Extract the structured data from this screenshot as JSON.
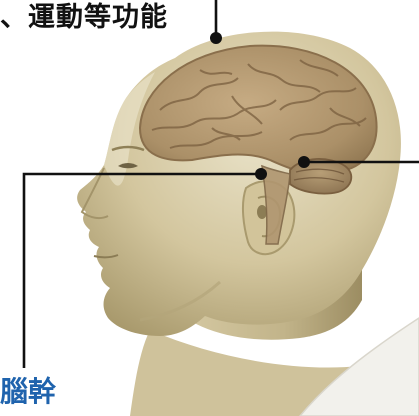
{
  "labels": {
    "top": "、運動等功能",
    "bottom": "腦幹"
  },
  "colors": {
    "leader_line": "#111111",
    "bottom_label": "#1f63ad",
    "top_label": "#111111",
    "skin_light": "#e4dcc0",
    "skin_mid": "#c9bc92",
    "skin_dark": "#8f8057",
    "brain_fill": "#b49a73",
    "brain_fold": "#7a5f3f",
    "collar": "#f4f3ef"
  },
  "icons": {
    "head": "human-head-profile",
    "brain": "brain-cerebrum",
    "cerebellum": "cerebellum",
    "brainstem": "brainstem"
  }
}
